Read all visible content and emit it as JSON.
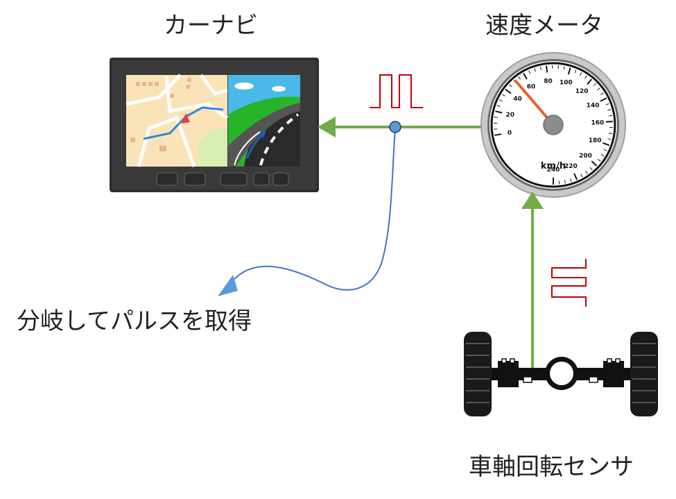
{
  "labels": {
    "car_navi": "カーナビ",
    "speedometer": "速度メータ",
    "branch": "分岐してパルスを取得",
    "sensor": "車軸回転センサ"
  },
  "gauge": {
    "ticks": [
      "0",
      "20",
      "40",
      "60",
      "80",
      "100",
      "120",
      "140",
      "160",
      "180",
      "200",
      "220",
      "240"
    ],
    "unit": "km/h"
  },
  "colors": {
    "signal_line": "#70ad47",
    "branch_line": "#4472c4",
    "pulse": "#c00000",
    "needle": "#e8632a"
  }
}
